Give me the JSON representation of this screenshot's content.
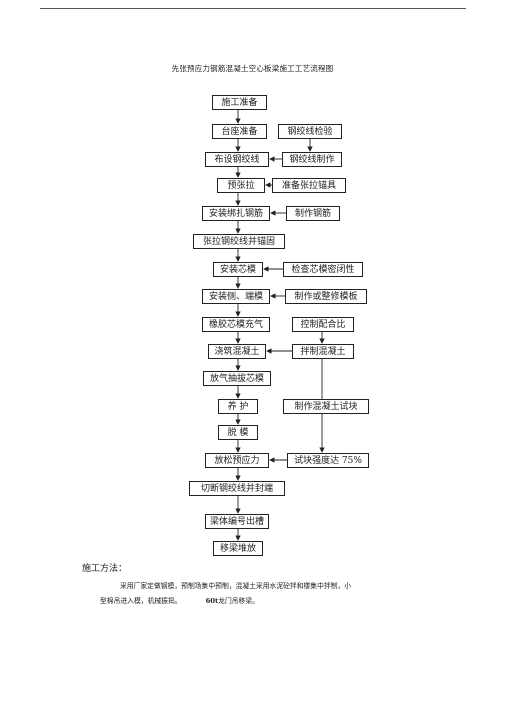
{
  "title": "先张预应力钢筋混凝土空心板梁施工工艺流程图",
  "left_steps": [
    "施工准备",
    "台座准备",
    "布设钢绞线",
    "预张拉",
    "安装绑扎钢筋",
    "张拉钢绞线并锚固",
    "安装芯模",
    "安装侧、端模",
    "橡胶芯模充气",
    "浇筑混凝土",
    "放气抽拔芯模",
    "养  护",
    "脱  模",
    "放松预应力",
    "切断钢绞线并封端",
    "梁体编号出槽",
    "移梁堆放"
  ],
  "right_steps": [
    "钢绞线检验",
    "钢绞线制作",
    "准备张拉锚具",
    "制作钢筋",
    "检查芯模密闭性",
    "制作或整修模板",
    "控制配合比",
    "拌制混凝土",
    "制作混凝土试块",
    "试块强度达 75%"
  ],
  "method_heading": "施工方法：",
  "method_text_1": "采用厂家定做钢模，预制场集中预制，混凝土采用水泥砼拌和楼集中拌制，小",
  "method_text_2a": "型棉吊进入模，机械振捣。",
  "method_text_2b": "60t",
  "method_text_2c": "龙门吊移梁。"
}
